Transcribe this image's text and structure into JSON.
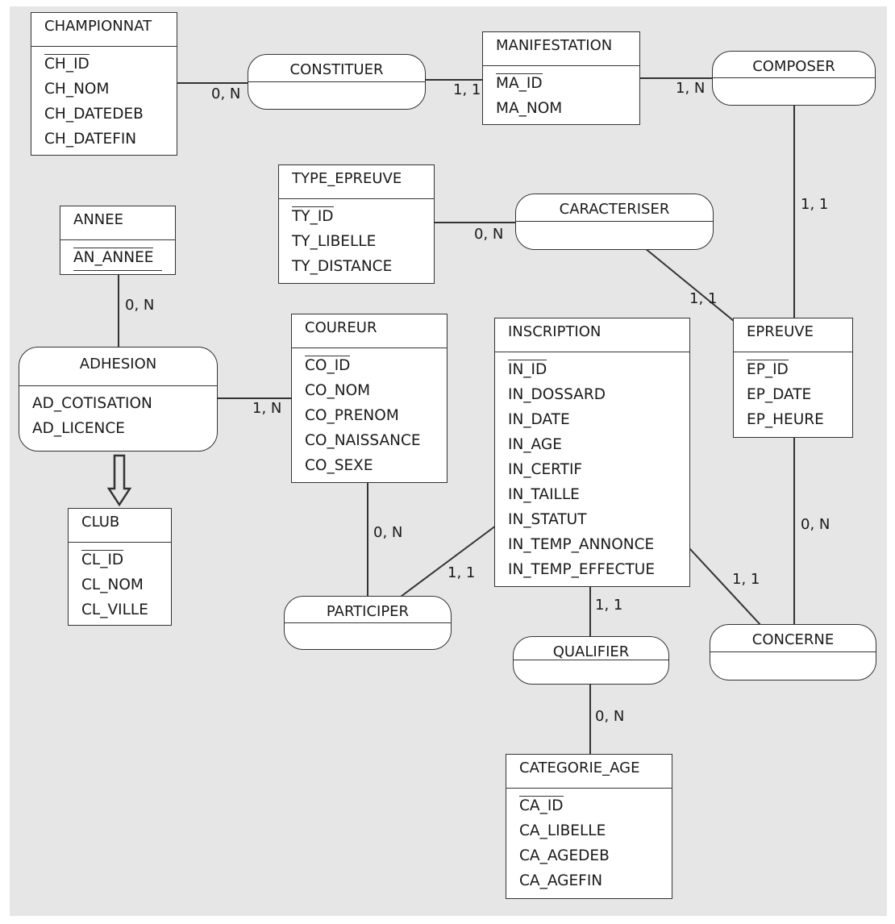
{
  "entities": {
    "championnat": {
      "name": "CHAMPIONNAT",
      "attrs": [
        "CH_ID",
        "CH_NOM",
        "CH_DATEDEB",
        "CH_DATEFIN"
      ]
    },
    "manifestation": {
      "name": "MANIFESTATION",
      "attrs": [
        "MA_ID",
        "MA_NOM"
      ]
    },
    "type_epreuve": {
      "name": "TYPE_EPREUVE",
      "attrs": [
        "TY_ID",
        "TY_LIBELLE",
        "TY_DISTANCE"
      ]
    },
    "annee": {
      "name": "ANNEE",
      "attrs": [
        "AN_ANNEE"
      ]
    },
    "coureur": {
      "name": "COUREUR",
      "attrs": [
        "CO_ID",
        "CO_NOM",
        "CO_PRENOM",
        "CO_NAISSANCE",
        "CO_SEXE"
      ]
    },
    "inscription": {
      "name": "INSCRIPTION",
      "attrs": [
        "IN_ID",
        "IN_DOSSARD",
        "IN_DATE",
        "IN_AGE",
        "IN_CERTIF",
        "IN_TAILLE",
        "IN_STATUT",
        "IN_TEMP_ANNONCE",
        "IN_TEMP_EFFECTUE"
      ]
    },
    "epreuve": {
      "name": "EPREUVE",
      "attrs": [
        "EP_ID",
        "EP_DATE",
        "EP_HEURE"
      ]
    },
    "club": {
      "name": "CLUB",
      "attrs": [
        "CL_ID",
        "CL_NOM",
        "CL_VILLE"
      ]
    },
    "categorie_age": {
      "name": "CATEGORIE_AGE",
      "attrs": [
        "CA_ID",
        "CA_LIBELLE",
        "CA_AGEDEB",
        "CA_AGEFIN"
      ]
    }
  },
  "relations": {
    "constituer": {
      "name": "CONSTITUER"
    },
    "composer": {
      "name": "COMPOSER"
    },
    "caracteriser": {
      "name": "CARACTERISER"
    },
    "adhesion": {
      "name": "ADHESION",
      "attrs": [
        "AD_COTISATION",
        "AD_LICENCE"
      ]
    },
    "participer": {
      "name": "PARTICIPER"
    },
    "qualifier": {
      "name": "QUALIFIER"
    },
    "concerne": {
      "name": "CONCERNE"
    }
  },
  "cardinalities": {
    "championnat_constituer": "0, N",
    "manifestation_constituer": "1, 1",
    "manifestation_composer": "1, N",
    "epreuve_composer": "1, 1",
    "type_caracteriser": "0, N",
    "epreuve_caracteriser": "1, 1",
    "annee_adhesion": "0, N",
    "coureur_adhesion": "1, N",
    "coureur_participer": "0, N",
    "inscription_participer": "1, 1",
    "inscription_qualifier": "1, 1",
    "categorie_qualifier": "0, N",
    "inscription_concerne": "1, 1",
    "epreuve_concerne": "0, N"
  }
}
